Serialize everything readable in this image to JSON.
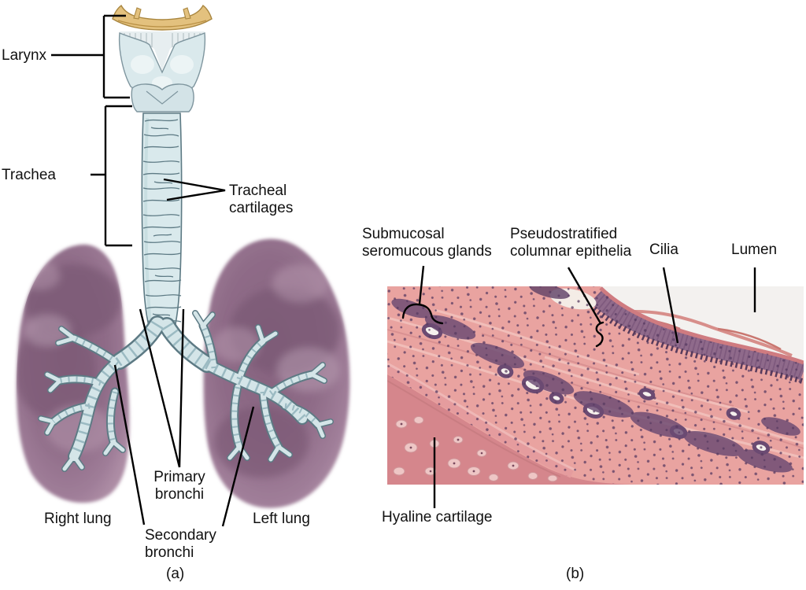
{
  "figure": {
    "type": "anatomical-diagram-with-micrograph",
    "panel_a": {
      "caption": "(a)",
      "labels": {
        "larynx": "Larynx",
        "trachea": "Trachea",
        "tracheal_cartilages": "Tracheal cartilages",
        "right_lung": "Right lung",
        "left_lung": "Left lung",
        "primary_bronchi": "Primary bronchi",
        "secondary_bronchi": "Secondary bronchi"
      }
    },
    "panel_b": {
      "caption": "(b)",
      "labels": {
        "submucosal_seromucous_glands": "Submucosal seromucous glands",
        "pseudostratified_columnar_epithelia": "Pseudostratified columnar epithelia",
        "cilia": "Cilia",
        "lumen": "Lumen",
        "hyaline_cartilage": "Hyaline cartilage"
      }
    },
    "colors": {
      "lung_mauve": "#9b7994",
      "lung_shadow": "#7c5a75",
      "airway_blue": "#d9e9ec",
      "airway_outline": "#5d7a84",
      "hyoid_tan": "#e3c17e",
      "stain_pink": "#e9a3a0",
      "stain_cartilage": "#d5868c",
      "nuclei_purple": "#573a61",
      "epithelium_purple": "#8f6a8b",
      "lumen_white": "#f3f1ef",
      "leader_line": "#000000"
    }
  }
}
